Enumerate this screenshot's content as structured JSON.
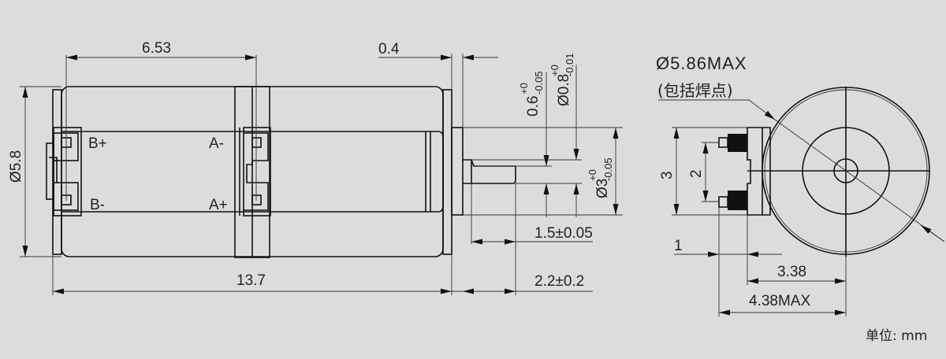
{
  "colors": {
    "background": "#dcdcdc",
    "line": "#111111"
  },
  "side_view": {
    "terminals": {
      "b_plus": "B+",
      "b_minus": "B-",
      "a_minus": "A-",
      "a_plus": "A+"
    },
    "dims": {
      "pin_distance": "6.53",
      "flange": "0.4",
      "diameter": "Ø5.8",
      "length": "13.7",
      "shaft_flat": "0.6",
      "shaft_flat_tol_upper": "+0",
      "shaft_flat_tol_lower": "-0.05",
      "shaft_dia": "Ø0.8",
      "shaft_dia_tol_upper": "+0",
      "shaft_dia_tol_lower": "-0.01",
      "hub_dia": "Ø3",
      "hub_dia_tol_upper": "+0",
      "hub_dia_tol_lower": "-0.05",
      "flat_length": "1.5±0.05",
      "shaft_length": "2.2±0.2"
    }
  },
  "end_view": {
    "outer_dia": "Ø5.86MAX",
    "outer_dia_note": "(包括焊点)",
    "height": "3",
    "pin_pitch": "2",
    "pin_offset": "1",
    "center_to_block": "3.38",
    "center_to_pin": "4.38MAX"
  },
  "unit_label": "单位: mm"
}
